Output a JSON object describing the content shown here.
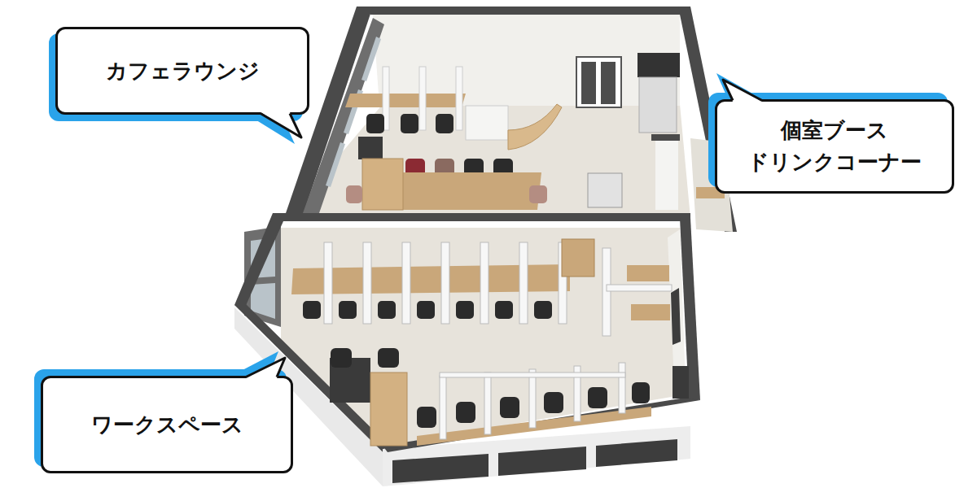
{
  "diagram": {
    "nodes": [
      {
        "text": [
          "カフェラウンジ"
        ]
      },
      {
        "text": [
          "個室ブース ドリンクコーナー"
        ]
      },
      {
        "text": [
          "ワークスペース"
        ]
      }
    ]
  }
}
